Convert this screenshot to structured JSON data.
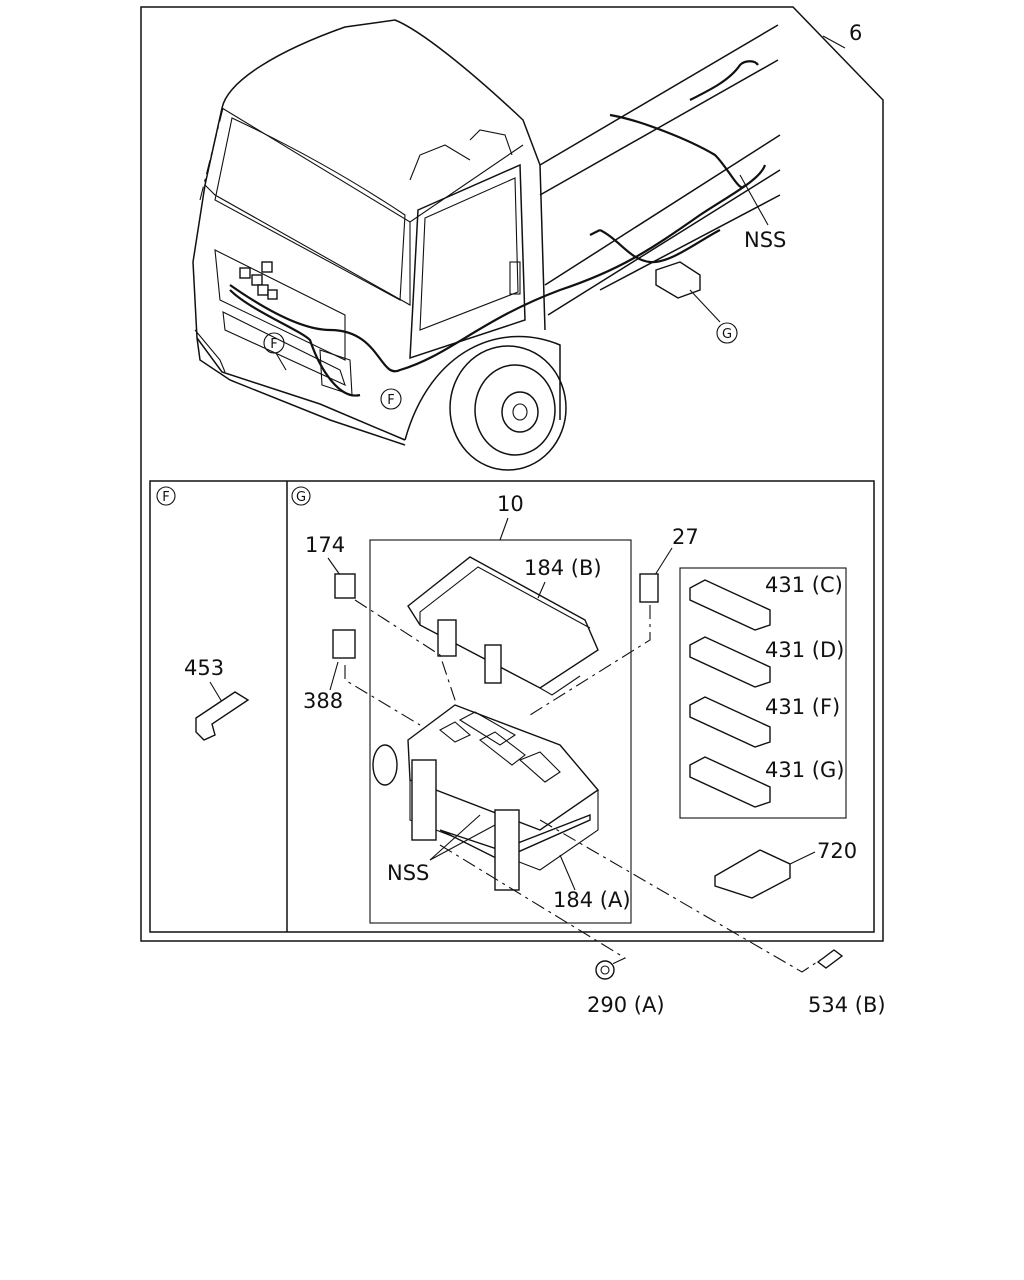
{
  "labels": {
    "assembly": "6",
    "nss_top": "NSS",
    "detail_g_top": "G",
    "detail_f_a": "F",
    "detail_f_b": "F",
    "panel_f": "F",
    "panel_g": "G",
    "part_10": "10",
    "part_174": "174",
    "part_184b": "184 (B)",
    "part_27": "27",
    "part_388": "388",
    "part_453": "453",
    "part_431c": "431 (C)",
    "part_431d": "431 (D)",
    "part_431f": "431 (F)",
    "part_431g": "431 (G)",
    "part_720": "720",
    "nss_bottom": "NSS",
    "part_184a": "184 (A)",
    "part_290a": "290 (A)",
    "part_534b": "534 (B)"
  }
}
